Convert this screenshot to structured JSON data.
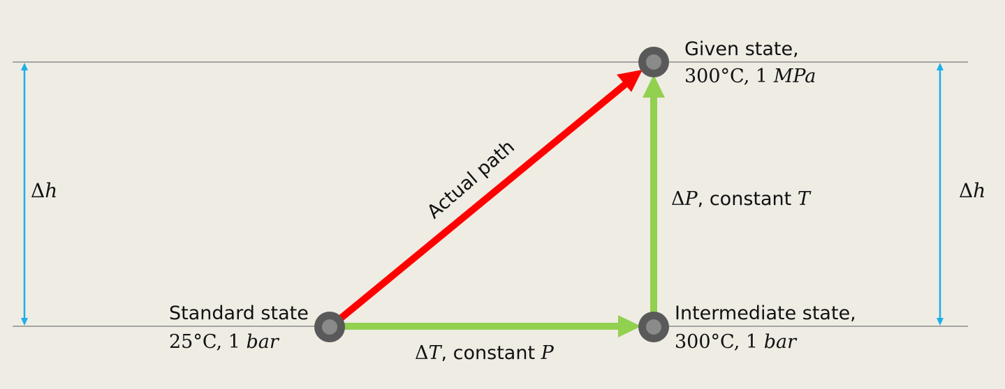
{
  "states": {
    "standard": {
      "name": "Standard state",
      "temperature": "25°C,",
      "pressure_value": "1",
      "pressure_unit": "bar"
    },
    "intermediate": {
      "name": "Intermediate state,",
      "temperature": "300°C,",
      "pressure_value": "1",
      "pressure_unit": "bar"
    },
    "given": {
      "name": "Given state,",
      "temperature": "300°C,",
      "pressure_value": "1",
      "pressure_unit": "MPa"
    }
  },
  "paths": {
    "actual": {
      "label": "Actual path",
      "color": "#ff0000"
    },
    "delta_t": {
      "symbol": "Δ",
      "variable": "T",
      "condition": ", constant",
      "held": "P",
      "color": "#92d050"
    },
    "delta_p": {
      "symbol": "Δ",
      "variable": "P",
      "condition": ", constant",
      "held": "T",
      "color": "#92d050"
    }
  },
  "enthalpy_change": {
    "left": {
      "symbol": "Δ",
      "variable": "h"
    },
    "right": {
      "symbol": "Δ",
      "variable": "h"
    },
    "color": "#1ab0ea"
  },
  "colors": {
    "background": "#efece4",
    "reference_line": "#8c8c8c",
    "node_outer": "#595959",
    "node_inner": "#8a8a8a"
  }
}
